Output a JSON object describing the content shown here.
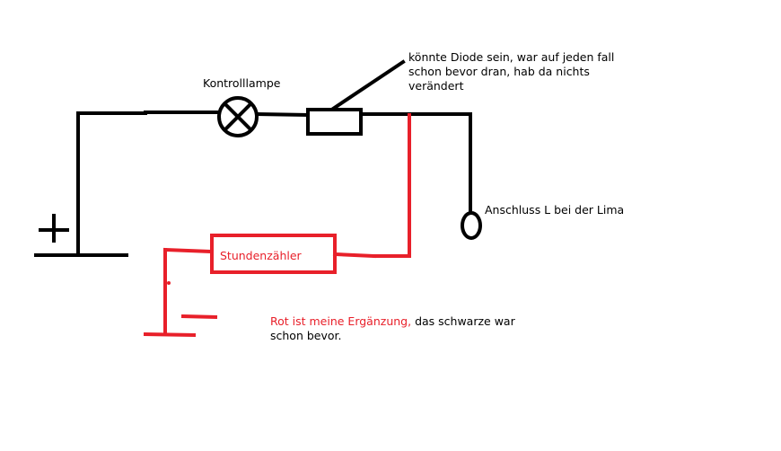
{
  "labels": {
    "lamp": "Kontrolllampe",
    "diode_note": {
      "line1": "könnte Diode sein, war auf jeden fall",
      "line2": "schon bevor dran, hab da nichts",
      "line3": "verändert"
    },
    "terminal": "Anschluss L bei der Lima",
    "hour_meter": "Stundenzähler",
    "legend": {
      "red_part": "Rot ist meine Ergänzung,",
      "black_part_line1": " das schwarze war",
      "black_part_line2": "schon bevor."
    }
  },
  "colors": {
    "original_wiring": "#000000",
    "addition_wiring": "#e8202a"
  }
}
